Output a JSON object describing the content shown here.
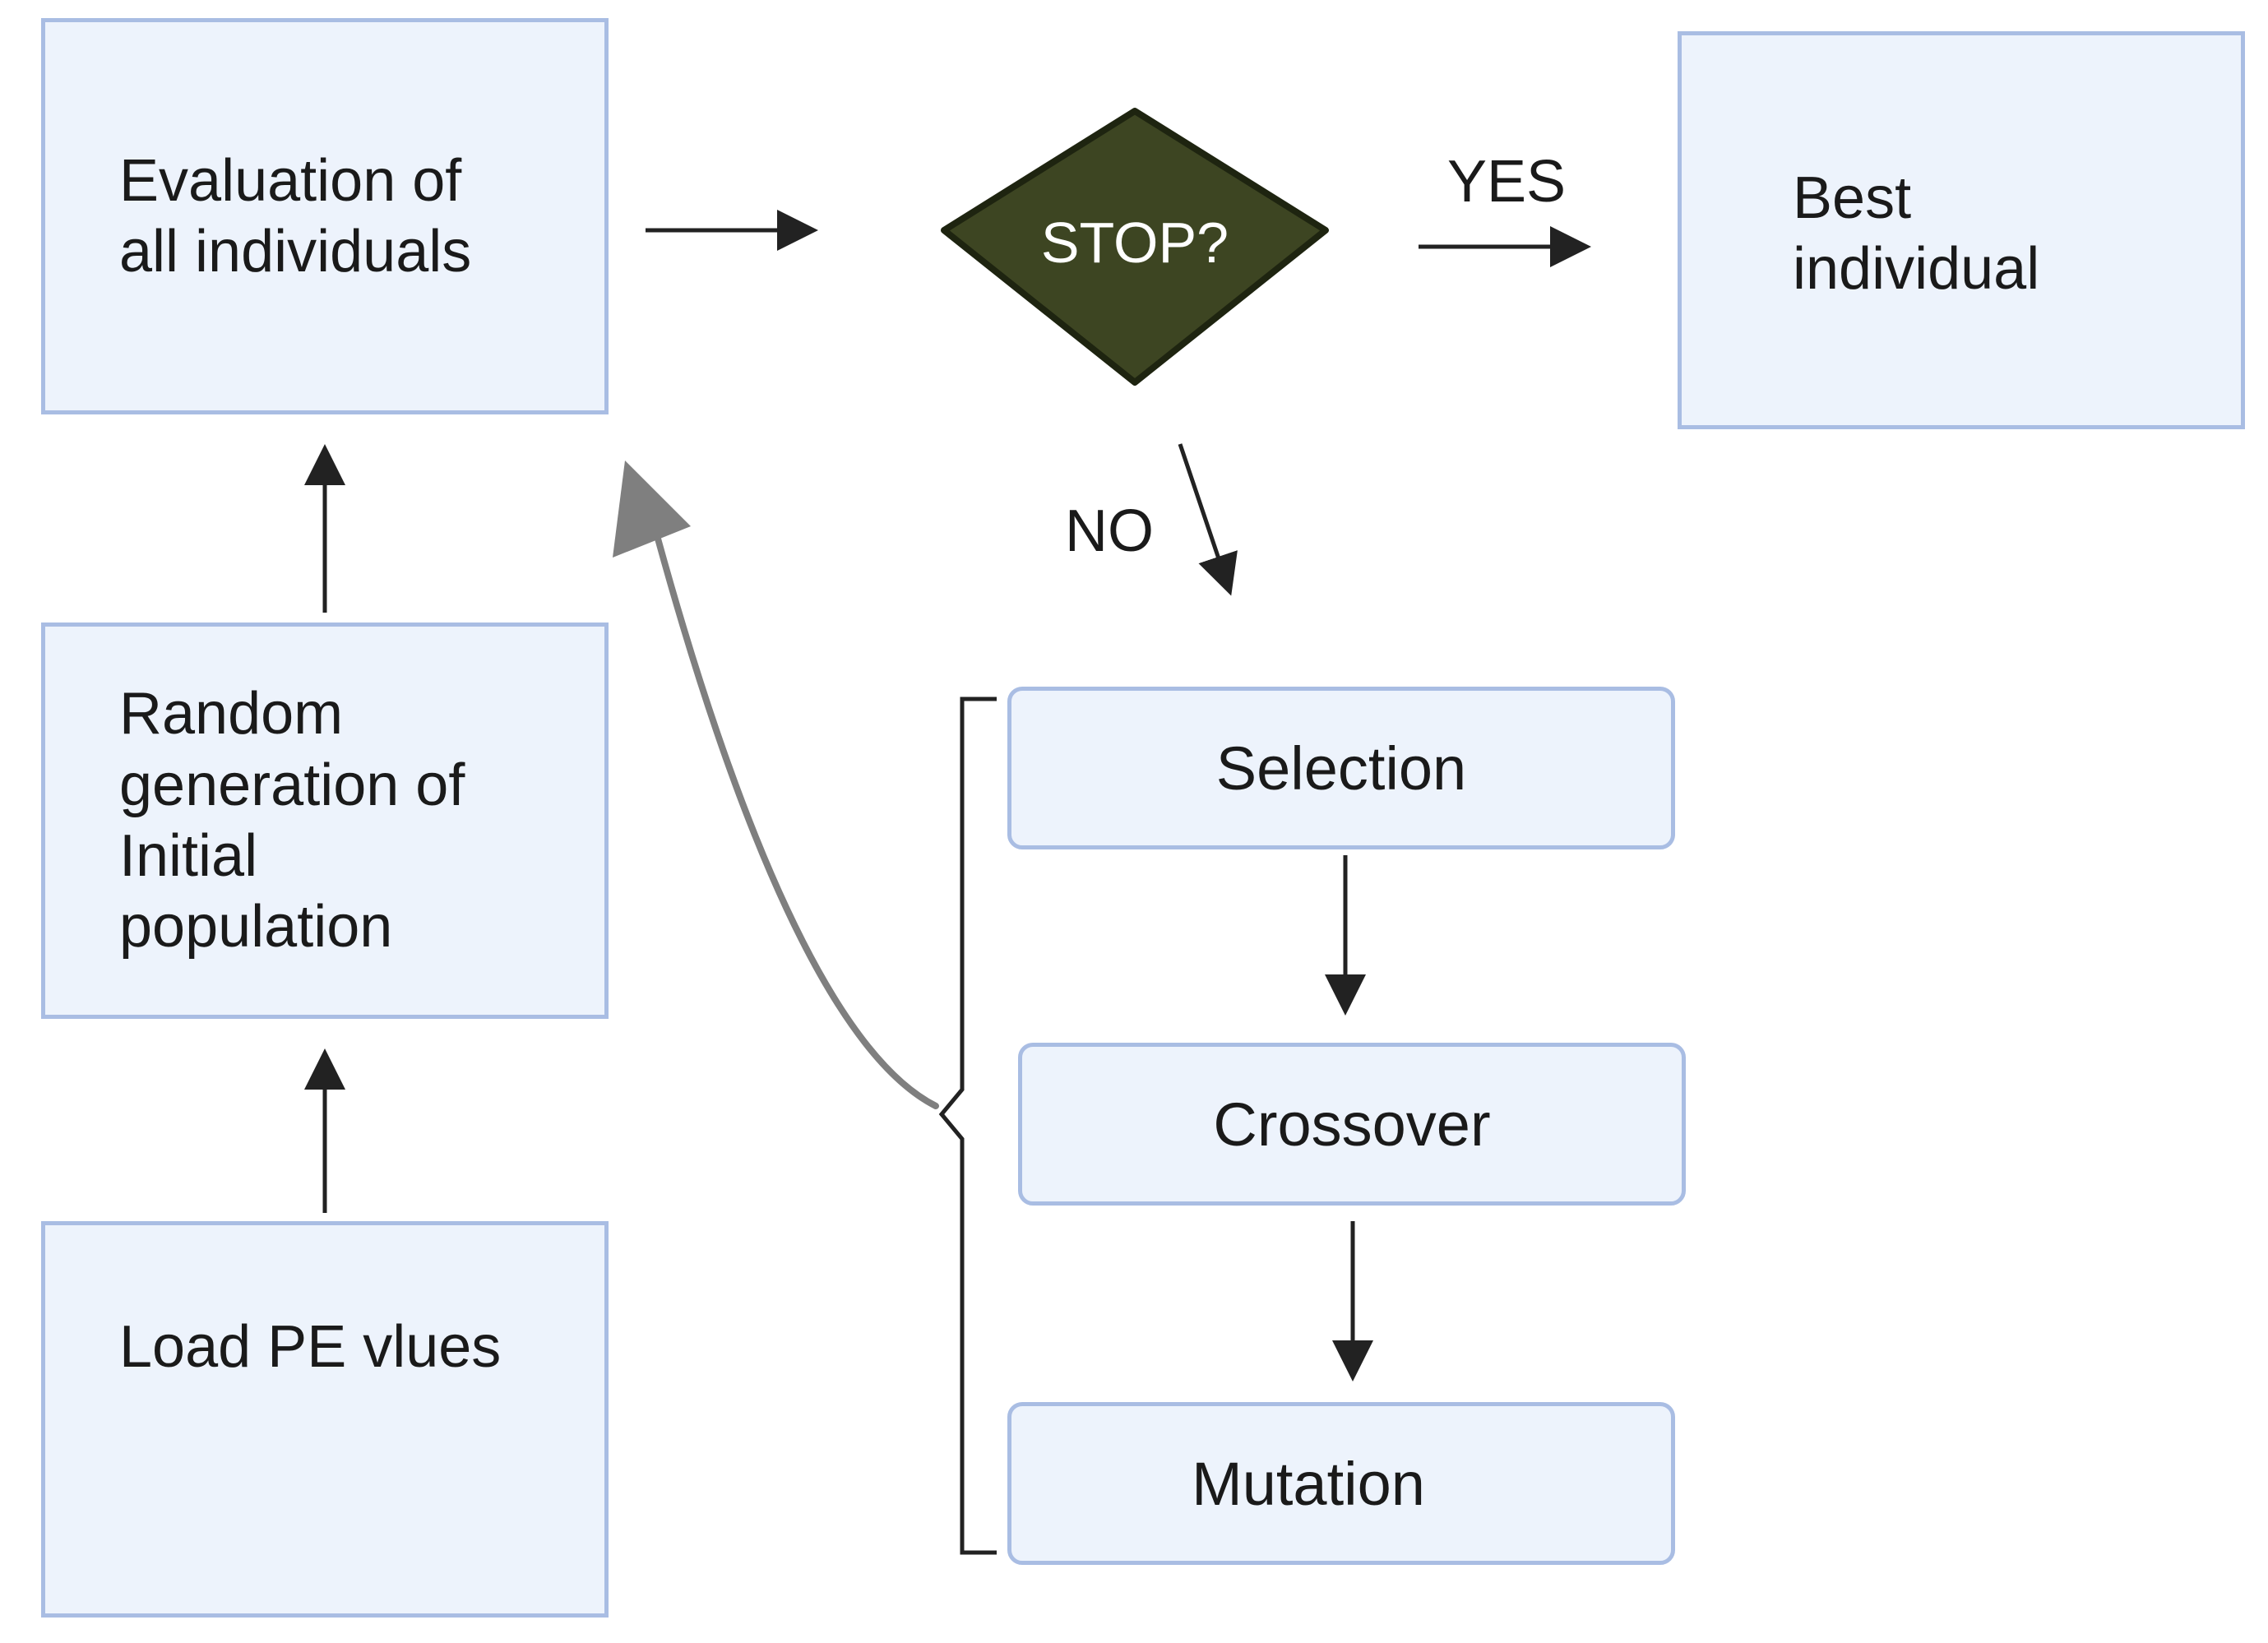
{
  "nodes": {
    "evaluation": "Evaluation of\nall individuals",
    "random_generation": "Random\ngeneration of\nInitial\npopulation",
    "load_pe": "Load PE vlues",
    "decision": "STOP?",
    "best": "Best\nindividual",
    "selection": "Selection",
    "crossover": "Crossover",
    "mutation": "Mutation"
  },
  "edges": {
    "yes_label": "YES",
    "no_label": "NO"
  },
  "colors": {
    "box_fill": "#edf3fc",
    "box_border": "#a9bde3",
    "decision_fill": "#3d4522",
    "arrow": "#222222",
    "loop_arrow": "#7f7f7f"
  }
}
